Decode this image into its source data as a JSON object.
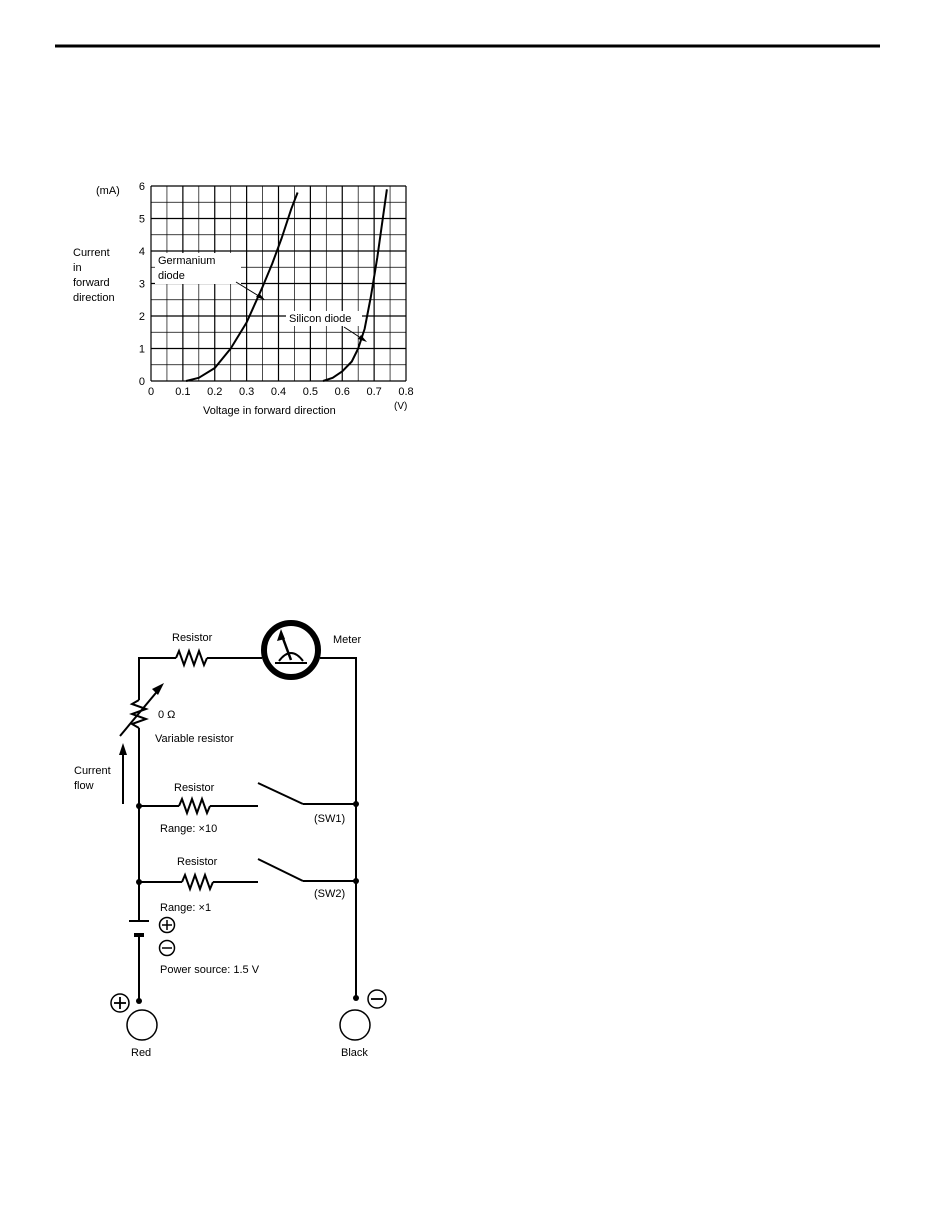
{
  "chart_data": {
    "type": "line",
    "xlabel": "Voltage in forward direction",
    "xunit": "(V)",
    "ylabel_lines": [
      "Current",
      "in",
      "forward",
      "direction"
    ],
    "yunit": "(mA)",
    "xlim": [
      0,
      0.8
    ],
    "ylim": [
      0,
      6
    ],
    "x_ticks": [
      "0",
      "0.1",
      "0.2",
      "0.3",
      "0.4",
      "0.5",
      "0.6",
      "0.7",
      "0.8"
    ],
    "y_ticks": [
      "0",
      "1",
      "2",
      "3",
      "4",
      "5",
      "6"
    ],
    "grid": true,
    "series": [
      {
        "name_lines": [
          "Germanium",
          "diode"
        ],
        "x": [
          0.11,
          0.15,
          0.2,
          0.25,
          0.3,
          0.35,
          0.38,
          0.41,
          0.44,
          0.46
        ],
        "y": [
          0,
          0.1,
          0.4,
          1.0,
          1.8,
          2.9,
          3.6,
          4.4,
          5.3,
          5.8
        ]
      },
      {
        "name_lines": [
          "Silicon diode"
        ],
        "x": [
          0.54,
          0.57,
          0.6,
          0.63,
          0.65,
          0.67,
          0.69,
          0.71,
          0.73,
          0.74
        ],
        "y": [
          0,
          0.1,
          0.3,
          0.6,
          1.0,
          1.6,
          2.6,
          3.8,
          5.2,
          5.9
        ]
      }
    ]
  },
  "circuit": {
    "resistor_top": "Resistor",
    "meter": "Meter",
    "variable_resistor_value": "0 Ω",
    "variable_resistor": "Variable resistor",
    "current_flow_lines": [
      "Current",
      "flow"
    ],
    "resistor_x10": "Resistor",
    "range_x10": "Range: ×10",
    "switch_1": "(SW1)",
    "resistor_x1": "Resistor",
    "switch_2": "(SW2)",
    "range_x1": "Range: ×1",
    "power_source": "Power source: 1.5 V",
    "red_terminal": "Red",
    "black_terminal": "Black",
    "plus_sign": "+",
    "minus_sign": "−"
  }
}
